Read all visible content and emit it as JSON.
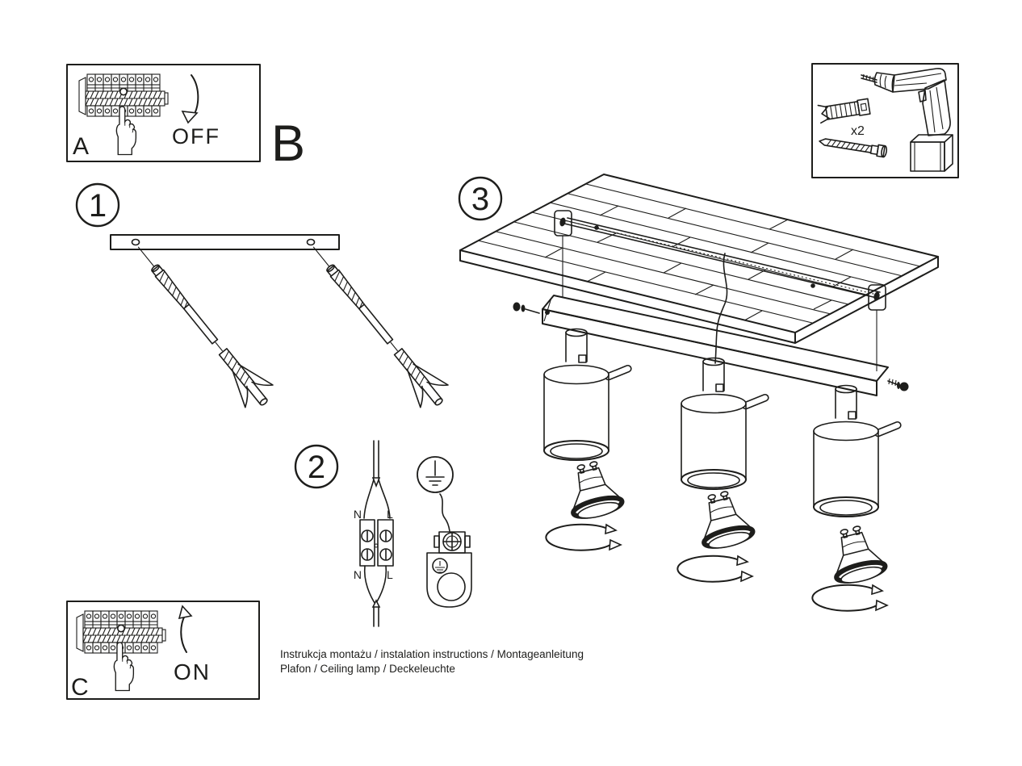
{
  "page": {
    "background": "#ffffff",
    "line_color": "#1d1d1b"
  },
  "power_off_box": {
    "label": "A",
    "switch_state": "OFF",
    "icons": [
      "circuit-breaker-panel-icon",
      "hand-press-icon",
      "arrow-down-icon"
    ]
  },
  "power_on_box": {
    "label": "C",
    "switch_state": "ON",
    "icons": [
      "circuit-breaker-panel-icon",
      "hand-press-icon",
      "arrow-up-icon"
    ]
  },
  "section_label": "B",
  "tools_box": {
    "quantity": "x2",
    "icons": [
      "wall-plug-icon",
      "screw-icon",
      "drill-icon"
    ]
  },
  "steps": {
    "step1": {
      "number": "1"
    },
    "step2": {
      "number": "2"
    },
    "step3": {
      "number": "3"
    }
  },
  "wiring_labels": {
    "top_neutral": "N",
    "top_live": "L",
    "bottom_neutral": "N",
    "bottom_live": "L"
  },
  "footer": {
    "line1": "Instrukcja montażu / instalation instructions / Montageanleitung",
    "line2": "Plafon / Ceiling lamp / Deckeleuchte"
  }
}
